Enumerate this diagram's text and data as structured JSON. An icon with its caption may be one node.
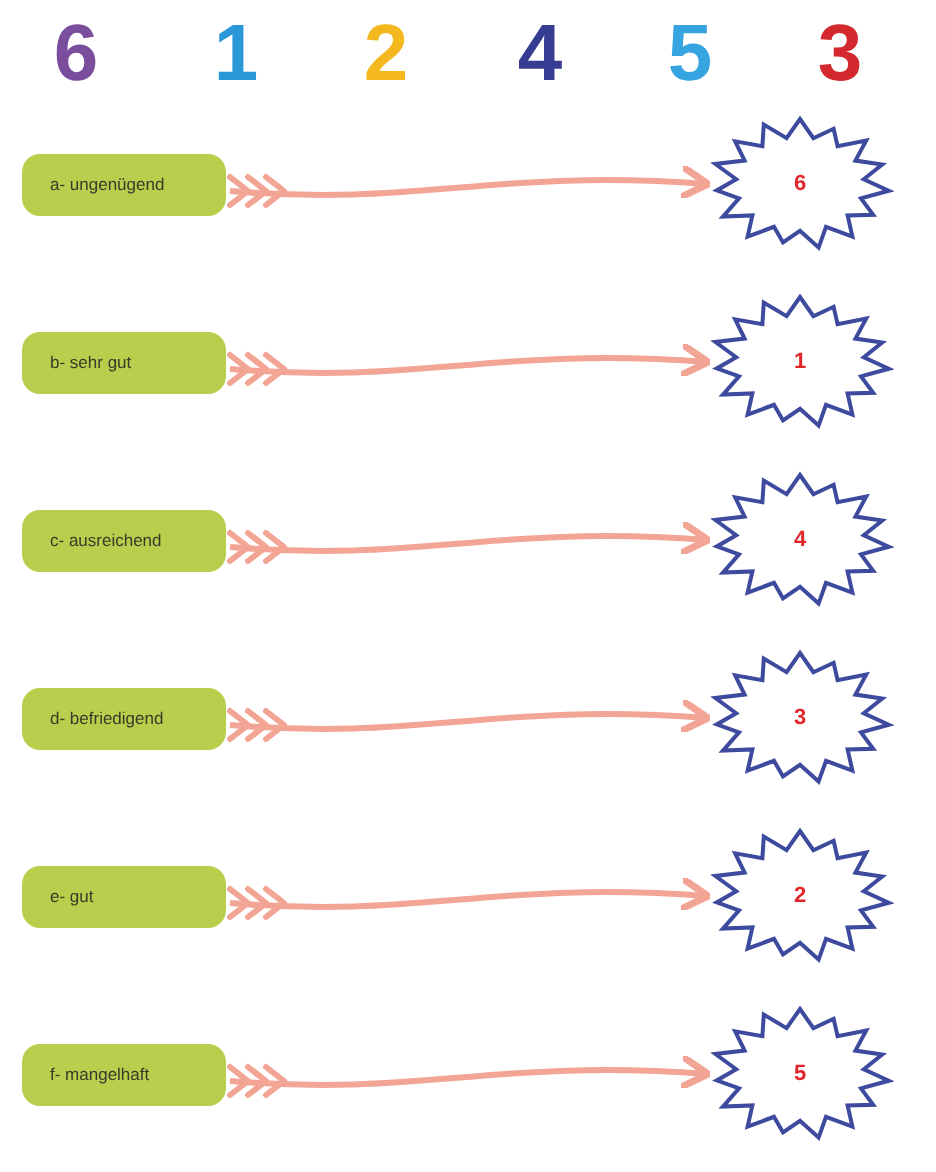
{
  "diagram": {
    "nodes": [
      {
        "text": [
          "a- ungenügend"
        ]
      },
      {
        "text": [
          "6"
        ]
      },
      {
        "text": [
          "b- sehr gut"
        ]
      },
      {
        "text": [
          "1"
        ]
      },
      {
        "text": [
          "c- ausreichend"
        ]
      },
      {
        "text": [
          "4"
        ]
      },
      {
        "text": [
          "d- befriedigend"
        ]
      },
      {
        "text": [
          "3"
        ]
      },
      {
        "text": [
          "e- gut"
        ]
      },
      {
        "text": [
          "2"
        ]
      },
      {
        "text": [
          "f- mangelhaft"
        ]
      },
      {
        "text": [
          "5"
        ]
      }
    ],
    "edges": [
      {
        "from": 0,
        "to": 1,
        "arrow": "to"
      },
      {
        "from": 2,
        "to": 3,
        "arrow": "to"
      },
      {
        "from": 4,
        "to": 5,
        "arrow": "to"
      },
      {
        "from": 6,
        "to": 7,
        "arrow": "to"
      },
      {
        "from": 8,
        "to": 9,
        "arrow": "to"
      },
      {
        "from": 10,
        "to": 11,
        "arrow": "to"
      }
    ],
    "labels": [
      "6",
      "1",
      "2",
      "4",
      "5",
      "3"
    ]
  }
}
